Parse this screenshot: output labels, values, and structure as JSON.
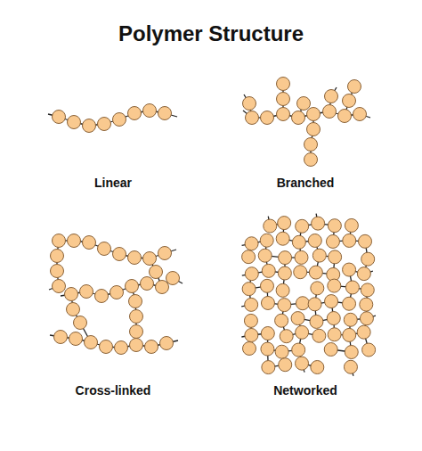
{
  "diagram": {
    "title": "Polymer Structure",
    "labels": [
      "Linear",
      "Branched",
      "Cross-linked",
      "Networked"
    ]
  }
}
